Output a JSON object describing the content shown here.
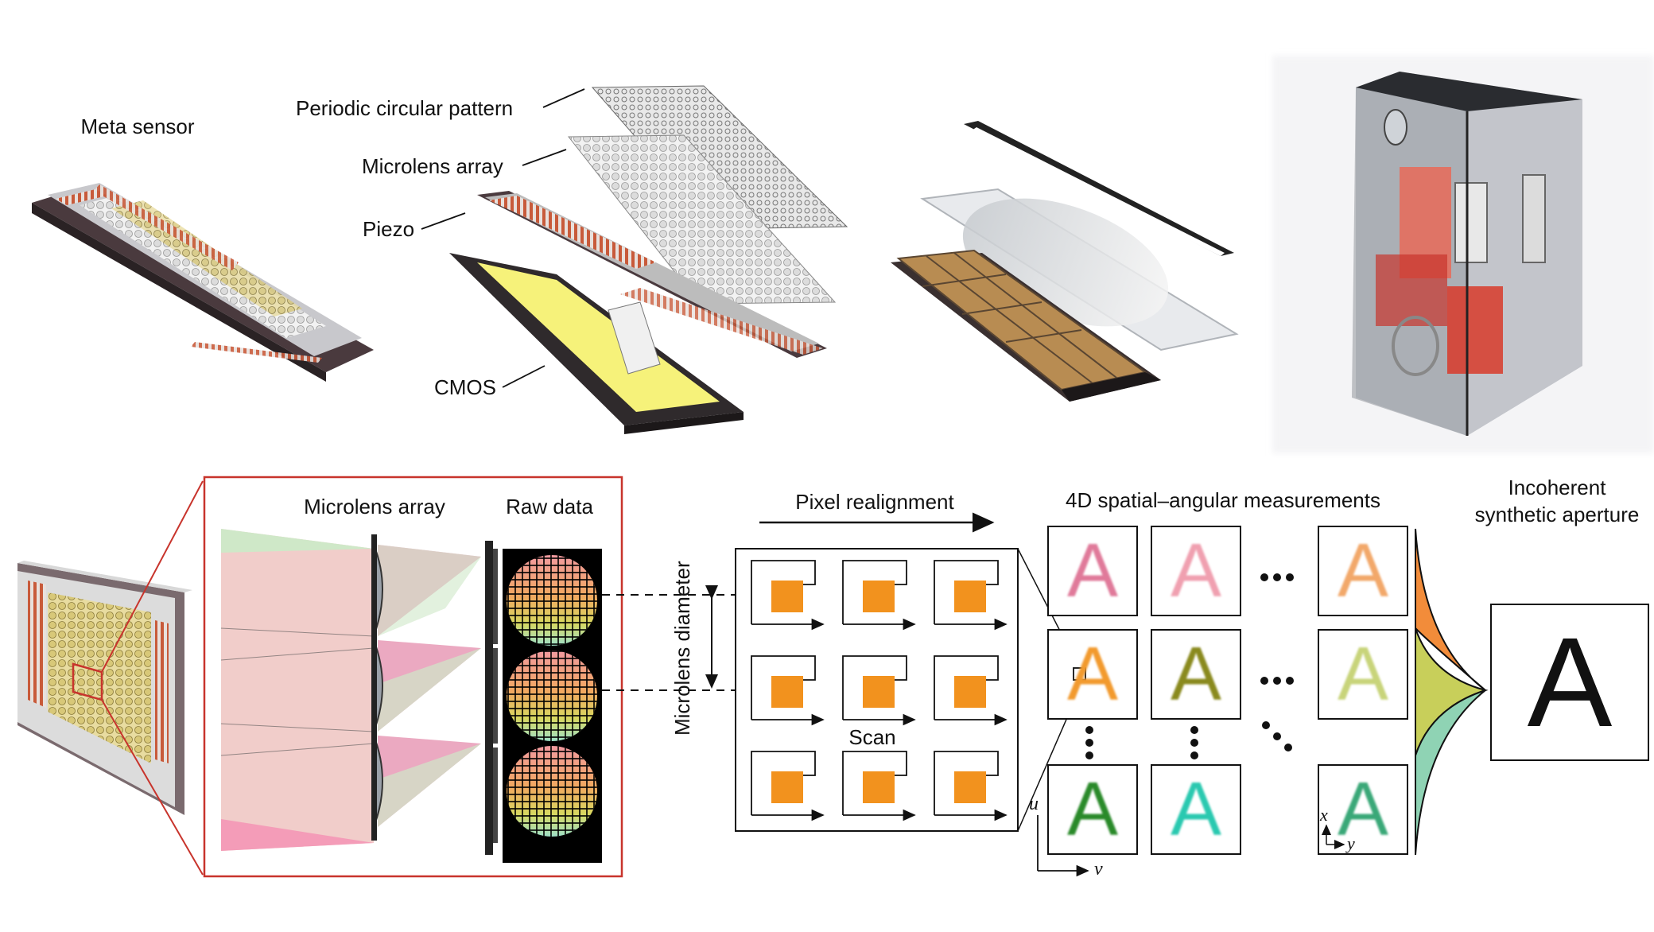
{
  "top": {
    "meta_sensor": "Meta sensor",
    "periodic_circular_pattern": "Periodic circular pattern",
    "microlens_array": "Microlens array",
    "piezo": "Piezo",
    "cmos": "CMOS"
  },
  "bottom": {
    "microlens_array": "Microlens array",
    "raw_data": "Raw data",
    "microlens_diameter": "Microlens diameter",
    "pixel_realignment": "Pixel realignment",
    "scan": "Scan",
    "measurements_title": "4D spatial–angular measurements",
    "synthetic_aperture_line1": "Incoherent",
    "synthetic_aperture_line2": "synthetic aperture",
    "result_letter": "A",
    "axis_u": "u",
    "axis_v": "v",
    "axis_x": "x",
    "axis_y": "y"
  },
  "grid_letters": [
    {
      "letter": "A",
      "color": "#e07a9a"
    },
    {
      "letter": "A",
      "color": "#f0a0b0"
    },
    {
      "letter": "A",
      "color": "#f2a86a"
    },
    {
      "letter": "A",
      "color": "#f29a2e"
    },
    {
      "letter": "A",
      "color": "#8a8a1e"
    },
    {
      "letter": "A",
      "color": "#c8d47a"
    },
    {
      "letter": "A",
      "color": "#2a8a2a"
    },
    {
      "letter": "A",
      "color": "#2ac9b0"
    },
    {
      "letter": "A",
      "color": "#3aa878"
    }
  ],
  "colors": {
    "accent_red": "#c8342c",
    "orange": "#f2921e",
    "cmos_yellow": "#f6f27a",
    "fan_orange": "#f28c3a",
    "fan_green": "#c8cf5a",
    "fan_teal": "#8fd3b4"
  }
}
